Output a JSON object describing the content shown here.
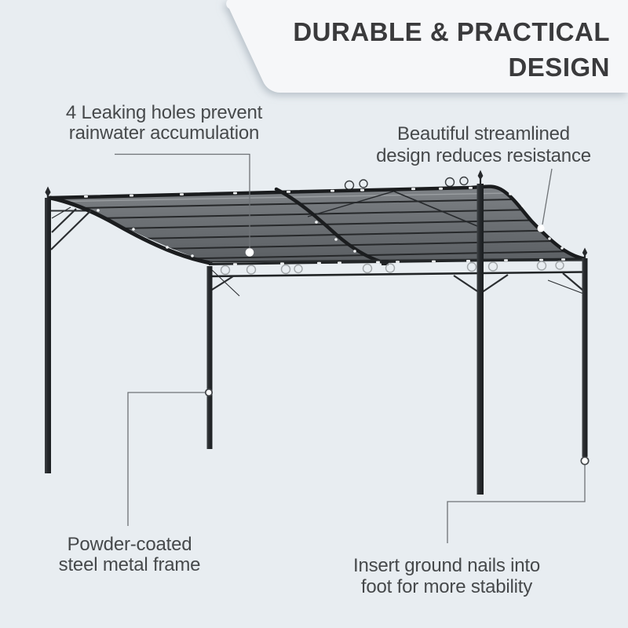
{
  "page": {
    "background_color": "#e8edf1"
  },
  "header": {
    "band_color": "#f6f7f9",
    "title": "DURABLE & PRACTICAL\nDESIGN",
    "title_color": "#3a3a3c"
  },
  "illustration": {
    "subject": "steel pergola with swooping grey canopy",
    "canopy_color": "#6e7276",
    "frame_color": "#26292c",
    "marker_color": "#ffffff",
    "callout_line_color": "#6e7276"
  },
  "annotations": {
    "leaking_holes": {
      "text": "4 Leaking holes prevent\nrainwater accumulation"
    },
    "streamlined": {
      "text": "Beautiful streamlined\ndesign reduces resistance"
    },
    "frame": {
      "text": "Powder-coated\nsteel metal frame"
    },
    "ground_nails": {
      "text": "Insert ground nails into\nfoot for more stability"
    }
  }
}
